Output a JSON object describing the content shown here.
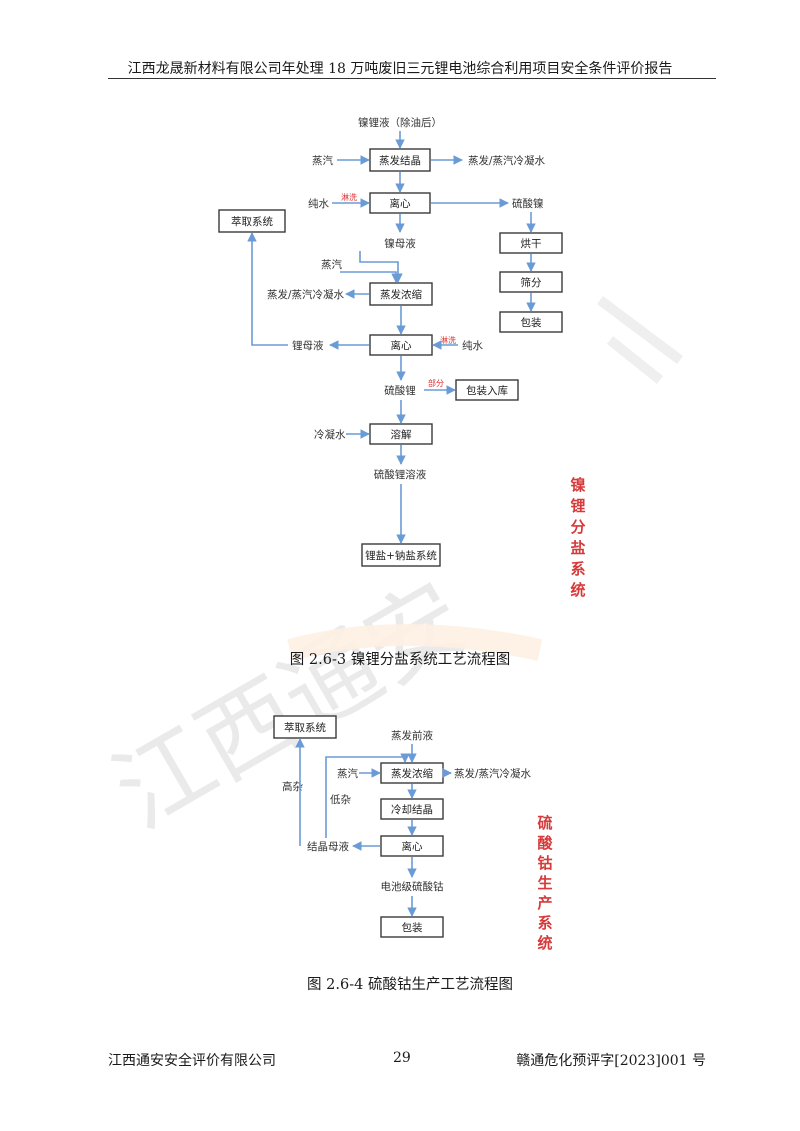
{
  "header": {
    "title": "江西龙晟新材料有限公司年处理 18 万吨废旧三元锂电池综合利用项目安全条件评价报告"
  },
  "footer": {
    "company": "江西通安安全评价有限公司",
    "page": "29",
    "report_no": "赣通危化预评字[2023]001 号"
  },
  "watermark": "江西通安",
  "figure1": {
    "caption": "图 2.6-3   镍锂分盐系统工艺流程图",
    "side_title": [
      "镍",
      "锂",
      "分",
      "盐",
      "系",
      "统"
    ],
    "nodes": {
      "top": "镍锂液（除油后）",
      "evap_cryst": "蒸发结晶",
      "steam1": "蒸汽",
      "evap_water1": "蒸发/蒸汽冷凝水",
      "centrifuge1": "离心",
      "pure_water1": "纯水",
      "rinse1": "淋洗",
      "nickel_sulfate": "硫酸镍",
      "extraction": "萃取系统",
      "nickel_mother": "镍母液",
      "dry": "烘干",
      "sieve": "筛分",
      "pack1": "包装",
      "steam2": "蒸汽",
      "evap_conc": "蒸发浓缩",
      "evap_water2": "蒸发/蒸汽冷凝水",
      "lithium_mother": "锂母液",
      "centrifuge2": "离心",
      "rinse2": "淋洗",
      "pure_water2": "纯水",
      "lithium_sulfate": "硫酸锂",
      "partial": "部分",
      "pack_store": "包装入库",
      "cond_water": "冷凝水",
      "dissolve": "溶解",
      "li_solution": "硫酸锂溶液",
      "li_na_system": "锂盐+钠盐系统"
    }
  },
  "figure2": {
    "caption": "图 2.6-4   硫酸钴生产工艺流程图",
    "side_title": [
      "硫",
      "酸",
      "钴",
      "生",
      "产",
      "系",
      "统"
    ],
    "nodes": {
      "extraction": "萃取系统",
      "pre_evap": "蒸发前液",
      "steam": "蒸汽",
      "evap_conc": "蒸发浓缩",
      "evap_water": "蒸发/蒸汽冷凝水",
      "high_impurity": "高杂",
      "low_impurity": "低杂",
      "cool_cryst": "冷却结晶",
      "cryst_mother": "结晶母液",
      "centrifuge": "离心",
      "battery_cobalt": "电池级硫酸钴",
      "pack": "包装"
    }
  }
}
